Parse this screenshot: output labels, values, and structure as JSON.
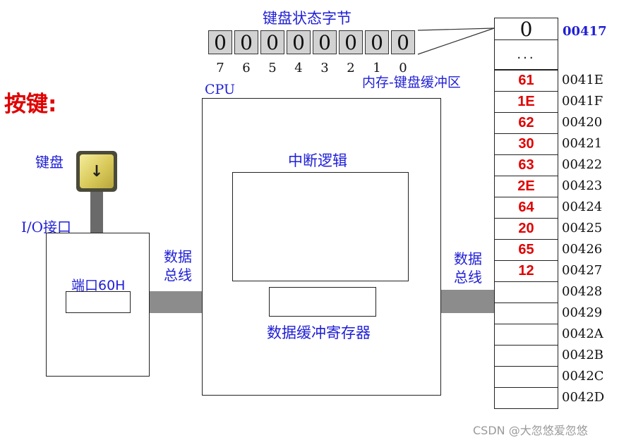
{
  "status_byte": {
    "title": "键盘状态字节",
    "bits": [
      "0",
      "0",
      "0",
      "0",
      "0",
      "0",
      "0",
      "0"
    ],
    "indices": [
      "7",
      "6",
      "5",
      "4",
      "3",
      "2",
      "1",
      "0"
    ]
  },
  "memory": {
    "label": "内存-键盘缓冲区",
    "status_value": "0",
    "status_address": "00417",
    "ellipsis": "...",
    "buffer": [
      {
        "value": "61",
        "address": "0041E"
      },
      {
        "value": "1E",
        "address": "0041F"
      },
      {
        "value": "62",
        "address": "00420"
      },
      {
        "value": "30",
        "address": "00421"
      },
      {
        "value": "63",
        "address": "00422"
      },
      {
        "value": "2E",
        "address": "00423"
      },
      {
        "value": "64",
        "address": "00424"
      },
      {
        "value": "20",
        "address": "00425"
      },
      {
        "value": "65",
        "address": "00426"
      },
      {
        "value": "12",
        "address": "00427"
      },
      {
        "value": "",
        "address": "00428"
      },
      {
        "value": "",
        "address": "00429"
      },
      {
        "value": "",
        "address": "0042A"
      },
      {
        "value": "",
        "address": "0042B"
      },
      {
        "value": "",
        "address": "0042C"
      },
      {
        "value": "",
        "address": "0042D"
      }
    ]
  },
  "labels": {
    "keypress": "按键:",
    "keyboard": "键盘",
    "io_port": "I/O接口",
    "port": "端口60H",
    "data_bus_left_1": "数据",
    "data_bus_left_2": "总线",
    "data_bus_right_1": "数据",
    "data_bus_right_2": "总线",
    "cpu": "CPU",
    "interrupt_logic": "中断逻辑",
    "data_buffer_register": "数据缓冲寄存器"
  },
  "icons": {
    "key": "down-arrow-key-icon"
  },
  "watermark": "CSDN @大忽悠爱忽悠",
  "colors": {
    "label_blue": "#1f1fd6",
    "value_red": "#e00000",
    "bus_gray": "#8c8c8c"
  }
}
